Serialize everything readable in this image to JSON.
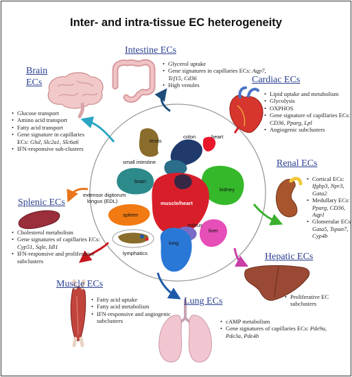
{
  "title": "Inter- and intra-tissue EC heterogeneity",
  "sections": {
    "intestine": {
      "heading": "Intestine ECs",
      "bullets": [
        "Glycerol uptake",
        "Gene signatures in capillaries ECs: ",
        "High venules"
      ],
      "genes": "Aqp7, Tcf15, Cd36"
    },
    "brain": {
      "heading_line1": "Brain",
      "heading_line2": "ECs",
      "bullets": [
        "Glucose transport",
        "Amino acid transport",
        "Fatty acid transport",
        "Gene signature in capillaries ECs: ",
        "IFN-responsive sub-clusters"
      ],
      "genes": "Glul, Slc2a1, Slc6a6"
    },
    "cardiac": {
      "heading": "Cardiac ECs",
      "bullets": [
        "Lipid uptake and metabolism",
        "Glycolysis",
        "OXPHOS",
        "Gene signature of capillaries ECs: ",
        "Angiogenic subclusters"
      ],
      "genes": "CD36, Pparg, Lpl"
    },
    "renal": {
      "heading": "Renal ECs",
      "bullet_labels": [
        "Cortical ECs: ",
        "Medullary ECs: ",
        "Glomerular ECs: "
      ],
      "bullet_genes": [
        "Ifgbp3, Npr3, Gata2",
        "Pparg, CD36, Aqp1",
        "Gata5, Tspan7, Cyp4b"
      ]
    },
    "splenic": {
      "heading": "Splenic ECs",
      "bullets": [
        "Cholesterol metabolism",
        "Gene signatures of capillaries ECs: ",
        "IFN-responsive and proliferative subclusters"
      ],
      "genes": "Cyp51, Sqle, Idl1"
    },
    "hepatic": {
      "heading": "Hepatic ECs",
      "bullets": [
        "Proliferative EC subclusters"
      ]
    },
    "muscle": {
      "heading": "Muscle ECs",
      "bullets": [
        "Fatty acid uptake",
        "Fatty acid metabolism",
        "IFN-responsive and angiogenic subclusters"
      ]
    },
    "lung": {
      "heading": "Lung ECs",
      "bullets": [
        "cAMP metabolism",
        "Gene signatures of capillaries ECs: "
      ],
      "genes": "Pde9a, Pde3a, Pde4b"
    }
  },
  "cluster_labels": {
    "testis": "testis",
    "colon": "colon",
    "heart": "heart",
    "small_intestine": "small intestine",
    "brain": "brain",
    "kidney": "kidney",
    "edl_line1": "extensor digitorum",
    "edl_line2": "longus (EDL)",
    "muscle_heart": "muscle/heart",
    "spleen": "spleen",
    "soleus": "soleus",
    "liver": "liver",
    "lung": "lung",
    "lymphatics": "lymphatics"
  },
  "colors": {
    "heading": "#2a3f8f",
    "testis": "#8a6d2c",
    "colon": "#1f3a6b",
    "heart": "#e8182a",
    "small_intestine": "#2a6e8a",
    "brain": "#2d8a8a",
    "kidney": "#35b92b",
    "muscle_heart": "#d81e2a",
    "spleen": "#f27a12",
    "soleus": "#7a6cc7",
    "liver": "#e64eb8",
    "lung": "#2a78d6",
    "lymphatics": "#8a6d2c",
    "arrow_intestine": "#1e4d7a",
    "arrow_brain": "#2aa5c4",
    "arrow_cardiac": "#d81e2a",
    "arrow_renal": "#3ab02e",
    "arrow_splenic": "#e8761c",
    "arrow_hepatic": "#c93fa6",
    "arrow_muscle": "#c8181e",
    "arrow_lung": "#1e5aa8"
  }
}
